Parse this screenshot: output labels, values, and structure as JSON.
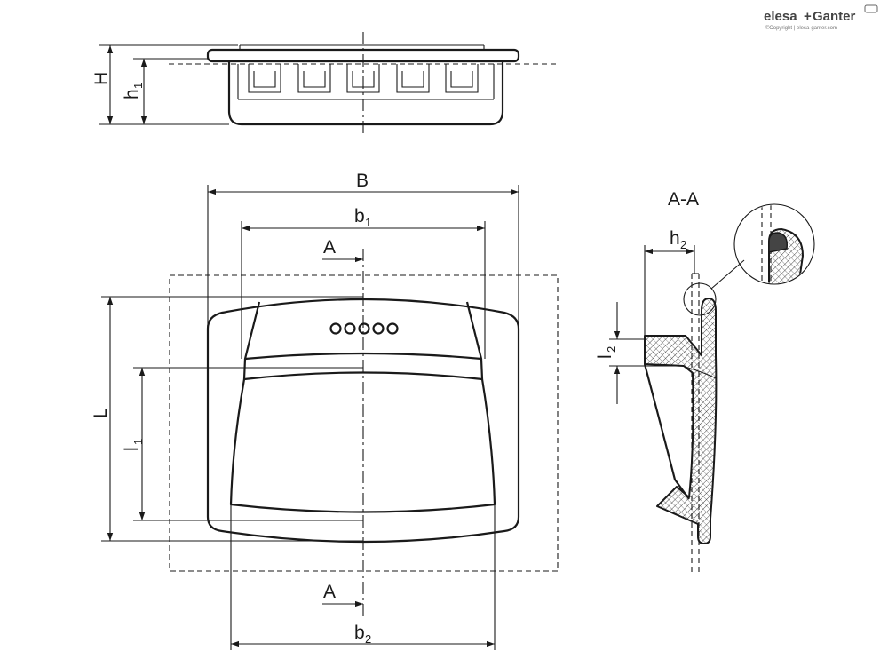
{
  "brand": {
    "logo_left": "elesa",
    "logo_right": "Ganter",
    "copyright": "©Copyright | elesa-ganter.com"
  },
  "dimensions": {
    "H": "H",
    "h1_base": "h",
    "h1_sub": "1",
    "B": "B",
    "b1_base": "b",
    "b1_sub": "1",
    "b2_base": "b",
    "b2_sub": "2",
    "L": "L",
    "l1_base": "l",
    "l1_sub": "1",
    "l2_base": "l",
    "l2_sub": "2",
    "h2_base": "h",
    "h2_sub": "2"
  },
  "section": {
    "title": "A-A",
    "marker_top": "A",
    "marker_bottom": "A"
  }
}
